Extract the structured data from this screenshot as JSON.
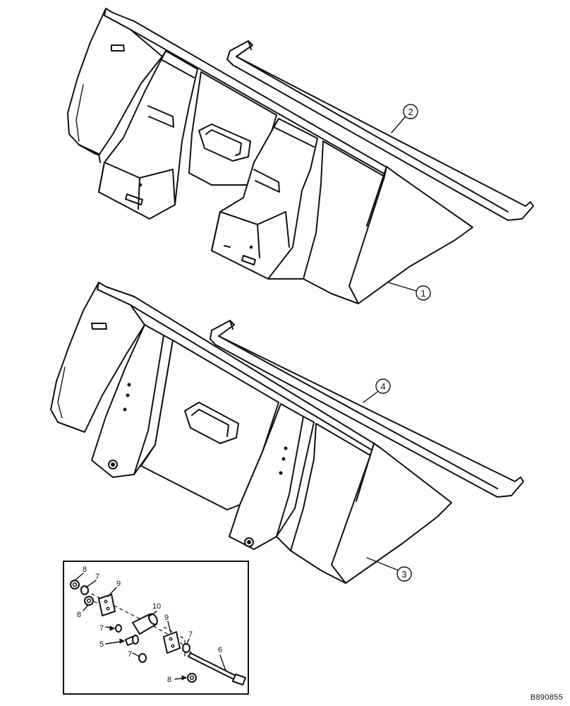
{
  "callouts": {
    "c1": "1",
    "c2": "2",
    "c3": "3",
    "c4": "4",
    "c5": "5",
    "c6": "6",
    "c7a": "7",
    "c7b": "7",
    "c7c": "7",
    "c7d": "7",
    "c8a": "8",
    "c8b": "8",
    "c8c": "8",
    "c9a": "9",
    "c9b": "9",
    "c10": "10"
  },
  "drawing_code": "B890855"
}
